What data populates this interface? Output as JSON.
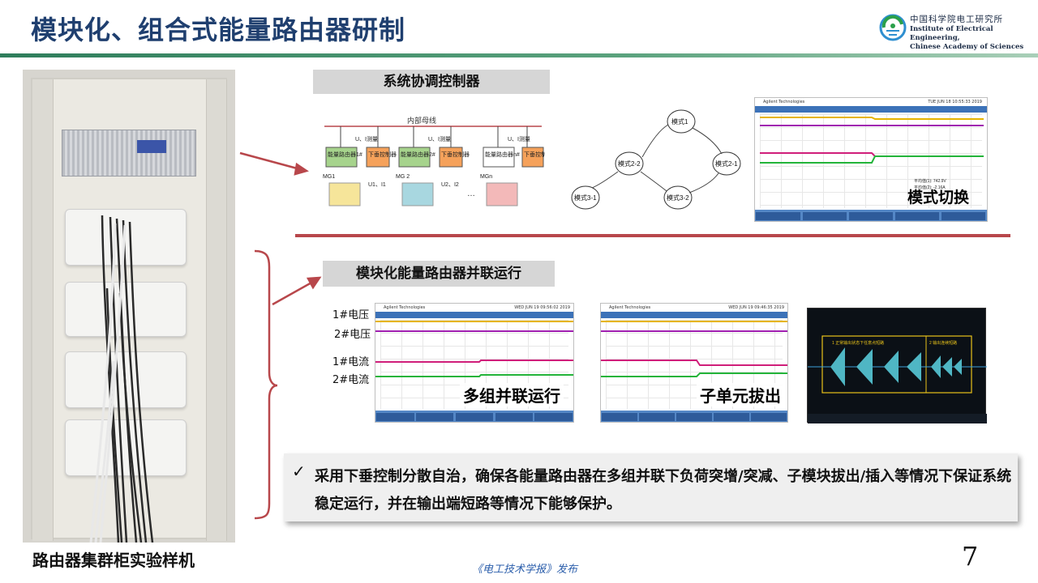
{
  "slide": {
    "title": "模块化、组合式能量路由器研制",
    "page_number": "7",
    "footer": "《电工技术学报》发布"
  },
  "institute": {
    "name_cn": "中国科学院电工研究所",
    "name_en_1": "Institute of Electrical Engineering,",
    "name_en_2": "Chinese Academy of Sciences"
  },
  "photo": {
    "caption": "路由器集群柜实验样机"
  },
  "section1": {
    "label": "系统协调控制器",
    "bus_label": "内部母线",
    "measure_label": "U、I测量",
    "routers": [
      {
        "name": "能量路由器1#",
        "ctrl": "下垂控制器",
        "mg": "MG1",
        "meas": "U1、I1"
      },
      {
        "name": "能量路由器2#",
        "ctrl": "下垂控制器",
        "mg": "MG 2",
        "meas": "U2、I2"
      },
      {
        "name": "能量路由器n#",
        "ctrl": "下垂控制器",
        "mg": "MGn",
        "meas": ""
      }
    ],
    "state_nodes": [
      "模式1",
      "模式2-2",
      "模式2-1",
      "模式3-1",
      "模式3-2"
    ],
    "scope_brand": "Agilent Technologies",
    "scope_date": "TUE JUN 18 10:55:33 2019",
    "scope_readout_1": "平均值(1): 742.9V",
    "scope_readout_2": "平均值(2): -2.16A",
    "mode_switch_label": "模式切换"
  },
  "section2": {
    "label": "模块化能量路由器并联运行",
    "signal_labels": [
      "1#电压",
      "2#电压",
      "1#电流",
      "2#电流"
    ],
    "scope1_caption": "多组并联运行",
    "scope2_caption": "子单元拔出",
    "scope1_date": "WED JUN 19 09:56:02 2019",
    "scope2_date": "WED JUN 19 09:46:35 2019",
    "dark_scope_text_1": "1 正常输出状态下任意点短路",
    "dark_scope_text_2": "2 输出连续短路"
  },
  "note": {
    "check": "✓",
    "text": "采用下垂控制分散自治，确保各能量路由器在多组并联下负荷突增/突减、子模块拔出/插入等情况下保证系统稳定运行，并在输出端短路等情况下能够保护。"
  },
  "colors": {
    "title_blue": "#1f3f6f",
    "rule_green": "#2e7d5b",
    "section_rule_red": "#b8474b",
    "trace_yellow": "#e6b400",
    "trace_purple": "#a01fb0",
    "trace_magenta": "#d01e7a",
    "trace_green": "#23b43a"
  }
}
